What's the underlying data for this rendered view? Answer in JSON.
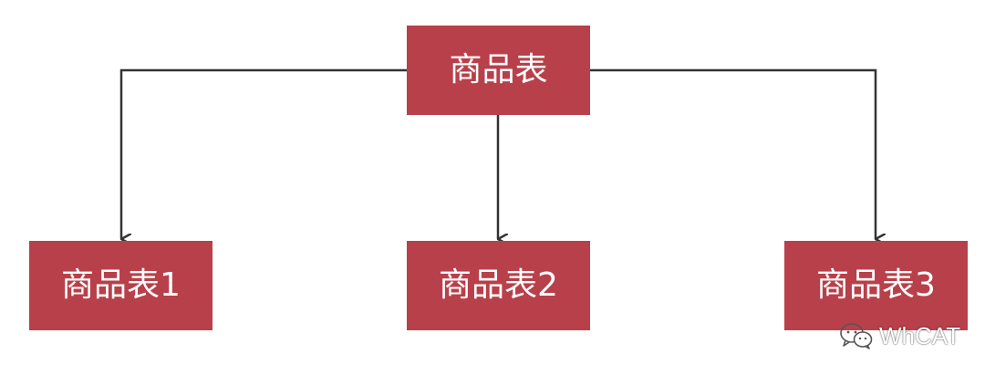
{
  "diagram": {
    "root": {
      "label": "商品表"
    },
    "children": [
      {
        "label": "商品表1"
      },
      {
        "label": "商品表2"
      },
      {
        "label": "商品表3"
      }
    ],
    "colors": {
      "box_fill": "#b8404a",
      "box_text": "#ffffff",
      "connector": "#333333"
    }
  },
  "watermark": {
    "icon": "wechat-icon",
    "text": "WhCAT"
  }
}
